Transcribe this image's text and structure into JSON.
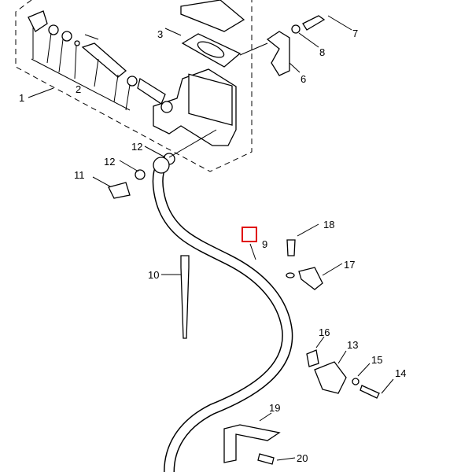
{
  "labels": {
    "l1": "1",
    "l2": "2",
    "l3": "3",
    "l6": "6",
    "l7": "7",
    "l8": "8",
    "l9": "9",
    "l10": "10",
    "l11": "11",
    "l12a": "12",
    "l12b": "12",
    "l13": "13",
    "l14": "14",
    "l15": "15",
    "l16": "16",
    "l17": "17",
    "l18": "18",
    "l19": "19",
    "l20": "20"
  },
  "colors": {
    "marker": "#e00000"
  }
}
